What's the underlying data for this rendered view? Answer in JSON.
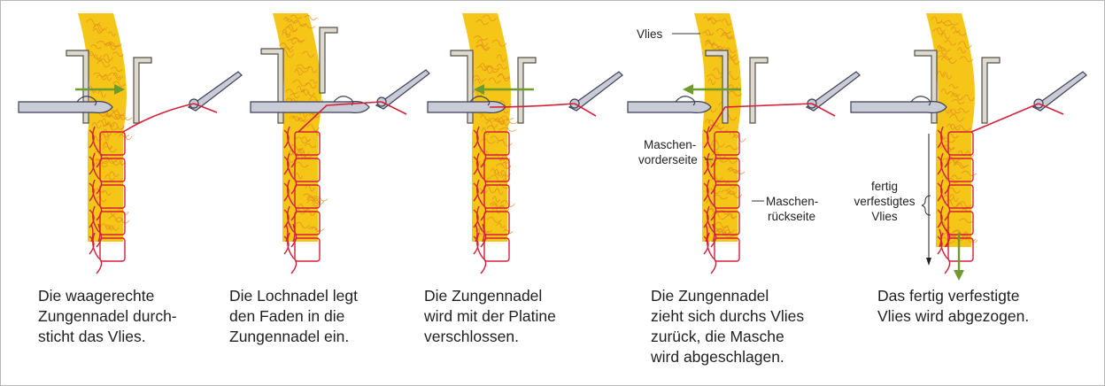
{
  "panels": [
    {
      "caption": "Die waagerechte\nZungennadel durch-\nsticht das Vlies."
    },
    {
      "caption": "Die Lochnadel legt\nden Faden in die\nZungennadel ein."
    },
    {
      "caption": "Die Zungennadel\nwird mit der Platine\nverschlossen."
    },
    {
      "caption": "Die Zungennadel\nzieht sich durchs Vlies\nzurück, die Masche\nwird abgeschlagen."
    },
    {
      "caption": "Das fertig verfestigte\nVlies wird abgezogen."
    }
  ],
  "labels": {
    "vlies": "Vlies",
    "maschen_vorderseite_1": "Maschen-",
    "maschen_vorderseite_2": "vorderseite",
    "maschen_rueckseite_1": "Maschen-",
    "maschen_rueckseite_2": "rückseite",
    "fertig_1": "fertig",
    "fertig_2": "verfestigtes",
    "fertig_3": "Vlies"
  },
  "colors": {
    "fleece": "#f5c518",
    "fleece_fiber": "#e08a1e",
    "thread": "#d4203a",
    "needle_fill": "#c9ccd6",
    "needle_stroke": "#3c3f55",
    "sinker_fill": "#dcd9cf",
    "sinker_stroke": "#555049",
    "arrow": "#6e9a2e",
    "frame": "#b8b8b8"
  }
}
